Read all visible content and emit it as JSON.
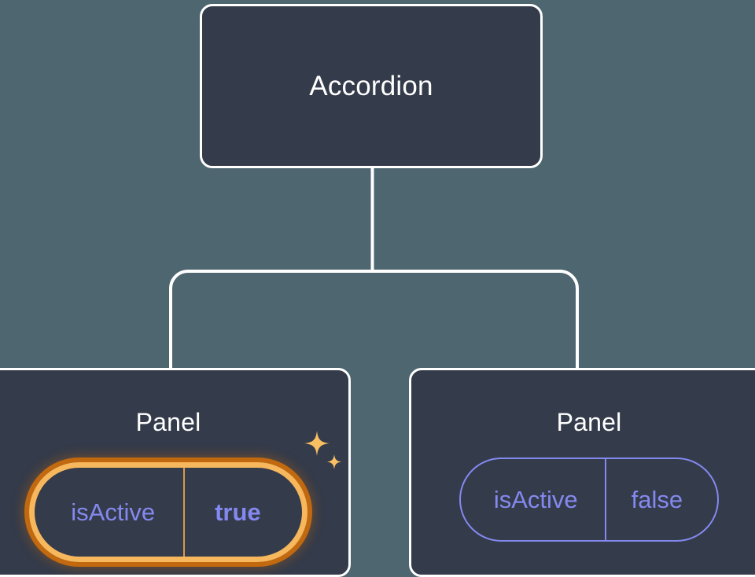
{
  "diagram": {
    "type": "component-tree",
    "background_color": "#4d6670",
    "node_fill_color": "#343b4a",
    "node_border_color": "#ffffff",
    "connector_color": "#ffffff",
    "root": {
      "title": "Accordion"
    },
    "children": [
      {
        "title": "Panel",
        "highlighted": true,
        "sparkle_icon": "sparkles-icon",
        "prop": {
          "key": "isActive",
          "value": "true",
          "value_bold": true,
          "key_color": "#8489ef",
          "value_color": "#8489ef",
          "ring_outer_color": "#c2690f",
          "ring_inner_color": "#f7b75c"
        }
      },
      {
        "title": "Panel",
        "highlighted": false,
        "prop": {
          "key": "isActive",
          "value": "false",
          "value_bold": false,
          "key_color": "#8489ef",
          "value_color": "#8489ef",
          "border_color": "#8489ef"
        }
      }
    ]
  }
}
